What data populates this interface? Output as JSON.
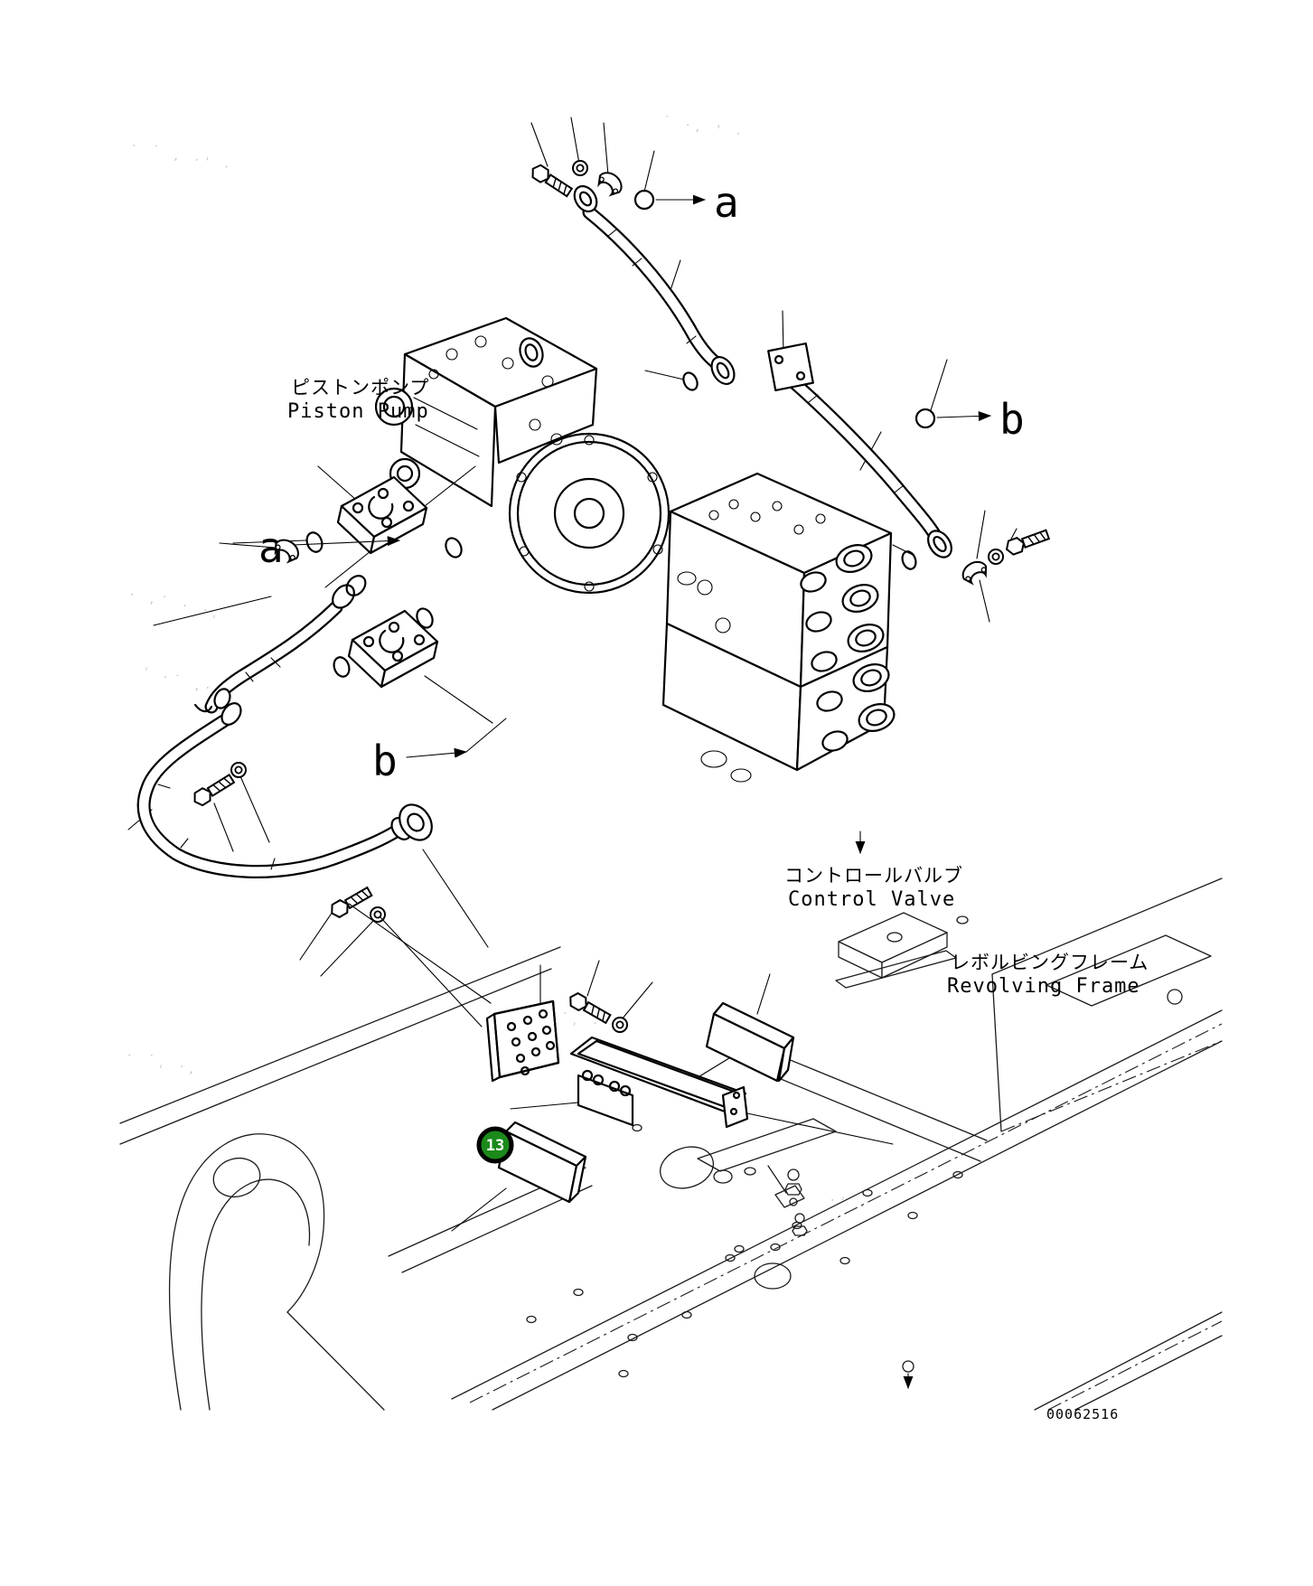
{
  "page": {
    "background": "#ffffff",
    "line_color": "#000000"
  },
  "labels": {
    "piston_pump": {
      "ja": "ピストンポンプ",
      "en": "Piston Pump"
    },
    "control_valve": {
      "ja": "コントロールバルブ",
      "en": "Control Valve"
    },
    "revolving_frame": {
      "ja": "レボルビングフレーム",
      "en": "Revolving Frame"
    }
  },
  "callouts": {
    "top_a": "a",
    "top_b": "b",
    "left_a": "a",
    "left_b": "b"
  },
  "part_badge": {
    "number": "13",
    "fill": "#1b8a1b",
    "ring": "#000000",
    "text_color": "#ffffff"
  },
  "drawing_number": "00062516",
  "watermarks": [
    "· ˙ ‚ ·ˈ ·",
    "˙ ·‚ ˈ ·",
    "· ‚˙ · ·ˌ",
    "ˈ ·˙ ‚·",
    "· ˙ˌ ·‚",
    "˙ˌ ·",
    "·ˈ ·"
  ]
}
